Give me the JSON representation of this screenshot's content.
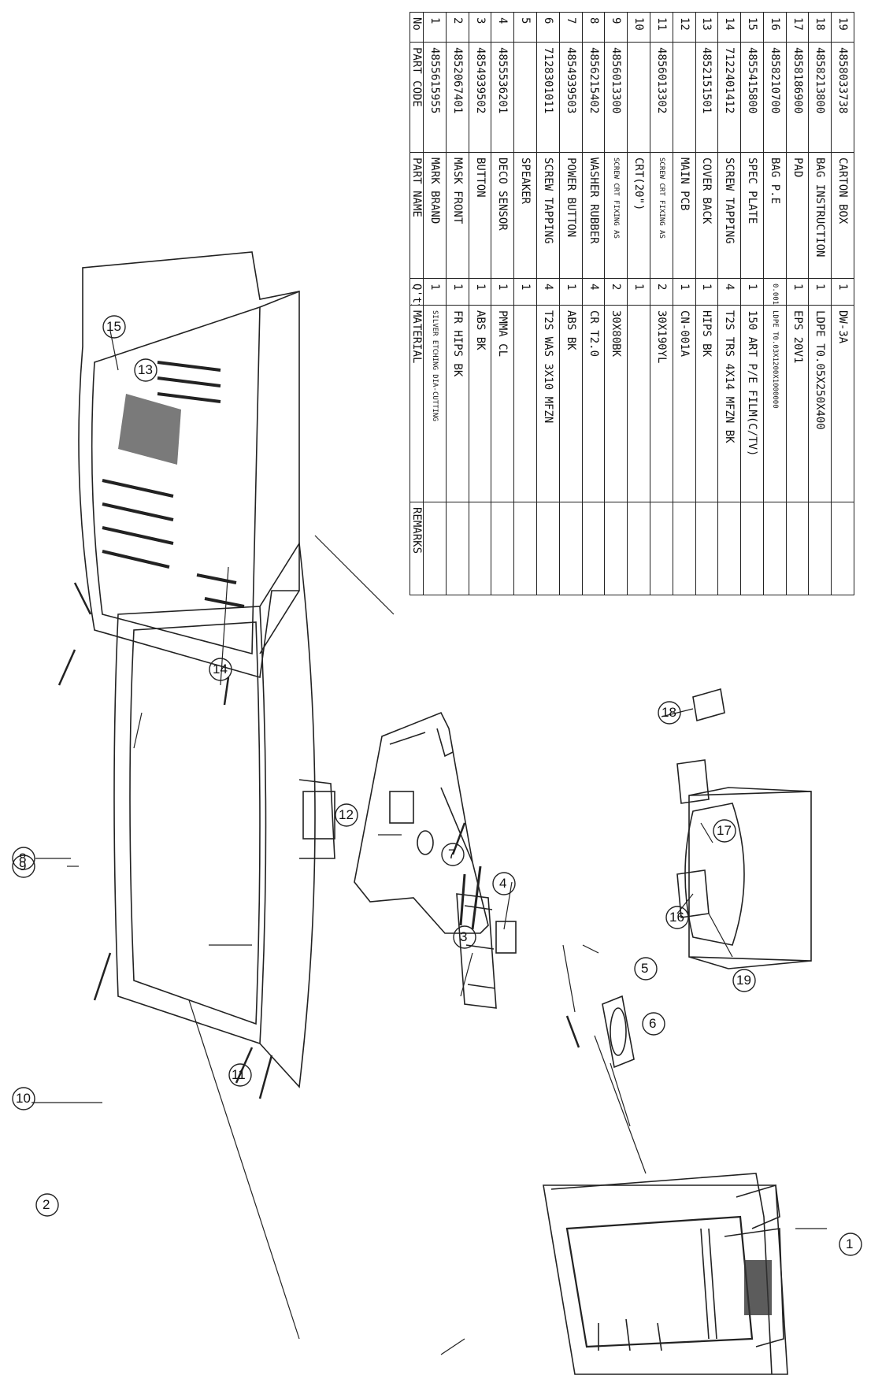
{
  "callouts": [
    "1",
    "2",
    "3",
    "4",
    "5",
    "6",
    "7",
    "8",
    "9",
    "10",
    "11",
    "12",
    "13",
    "14",
    "15",
    "16",
    "17",
    "18",
    "19"
  ],
  "table": {
    "headers": {
      "no": "No",
      "part_code": "PART CODE",
      "part_name": "PART NAME",
      "qty": "Q'ty",
      "material": "MATERIAL",
      "remarks": "REMARKS"
    },
    "rows": [
      {
        "no": "19",
        "part_code": "4858033738",
        "part_name": "CARTON BOX",
        "qty": "1",
        "material": "DW-3A",
        "remarks": ""
      },
      {
        "no": "18",
        "part_code": "4858213800",
        "part_name": "BAG INSTRUCTION",
        "qty": "1",
        "material": "LDPE T0.05X250X400",
        "remarks": ""
      },
      {
        "no": "17",
        "part_code": "4858186900",
        "part_name": "PAD",
        "qty": "1",
        "material": "EPS 20V1",
        "remarks": ""
      },
      {
        "no": "16",
        "part_code": "4858210700",
        "part_name": "BAG P.E",
        "qty": "0.0010",
        "material": "LDPE T0.03X1200X1000000",
        "remarks": ""
      },
      {
        "no": "15",
        "part_code": "4855415800",
        "part_name": "SPEC PLATE",
        "qty": "1",
        "material": "150 ART P/E FILM(C/TV)",
        "remarks": ""
      },
      {
        "no": "14",
        "part_code": "7122401412",
        "part_name": "SCREW TAPPING",
        "qty": "4",
        "material": "T2S TRS 4X14 MFZN BK",
        "remarks": ""
      },
      {
        "no": "13",
        "part_code": "4852151501",
        "part_name": "COVER BACK",
        "qty": "1",
        "material": "HIPS BK",
        "remarks": ""
      },
      {
        "no": "12",
        "part_code": "",
        "part_name": "MAIN PCB",
        "qty": "1",
        "material": "CN-001A",
        "remarks": ""
      },
      {
        "no": "11",
        "part_code": "4856013302",
        "part_name": "SCREW CRT FIXING AS",
        "qty": "2",
        "material": "30X190YL",
        "remarks": ""
      },
      {
        "no": "10",
        "part_code": "",
        "part_name": "CRT(20\")",
        "qty": "1",
        "material": "",
        "remarks": ""
      },
      {
        "no": "9",
        "part_code": "4856013300",
        "part_name": "SCREW CRT FIXING AS",
        "qty": "2",
        "material": "30X80BK",
        "remarks": ""
      },
      {
        "no": "8",
        "part_code": "4856215402",
        "part_name": "WASHER RUBBER",
        "qty": "4",
        "material": "CR T2.0",
        "remarks": ""
      },
      {
        "no": "7",
        "part_code": "4854939503",
        "part_name": "POWER BUTTON",
        "qty": "1",
        "material": "ABS BK",
        "remarks": ""
      },
      {
        "no": "6",
        "part_code": "7128301011",
        "part_name": "SCREW TAPPING",
        "qty": "4",
        "material": "T2S WAS 3X10 MFZN",
        "remarks": ""
      },
      {
        "no": "5",
        "part_code": "",
        "part_name": "SPEAKER",
        "qty": "1",
        "material": "",
        "remarks": ""
      },
      {
        "no": "4",
        "part_code": "4855536201",
        "part_name": "DECO SENSOR",
        "qty": "1",
        "material": "PMMA CL",
        "remarks": ""
      },
      {
        "no": "3",
        "part_code": "4854939502",
        "part_name": "BUTTON",
        "qty": "1",
        "material": "ABS BK",
        "remarks": ""
      },
      {
        "no": "2",
        "part_code": "4852067401",
        "part_name": "MASK FRONT",
        "qty": "1",
        "material": "FR HIPS BK",
        "remarks": ""
      },
      {
        "no": "1",
        "part_code": "4855615955",
        "part_name": "MARK BRAND",
        "qty": "1",
        "material": "SILVER ETCHING DIA-CUTTING",
        "remarks": ""
      }
    ]
  }
}
